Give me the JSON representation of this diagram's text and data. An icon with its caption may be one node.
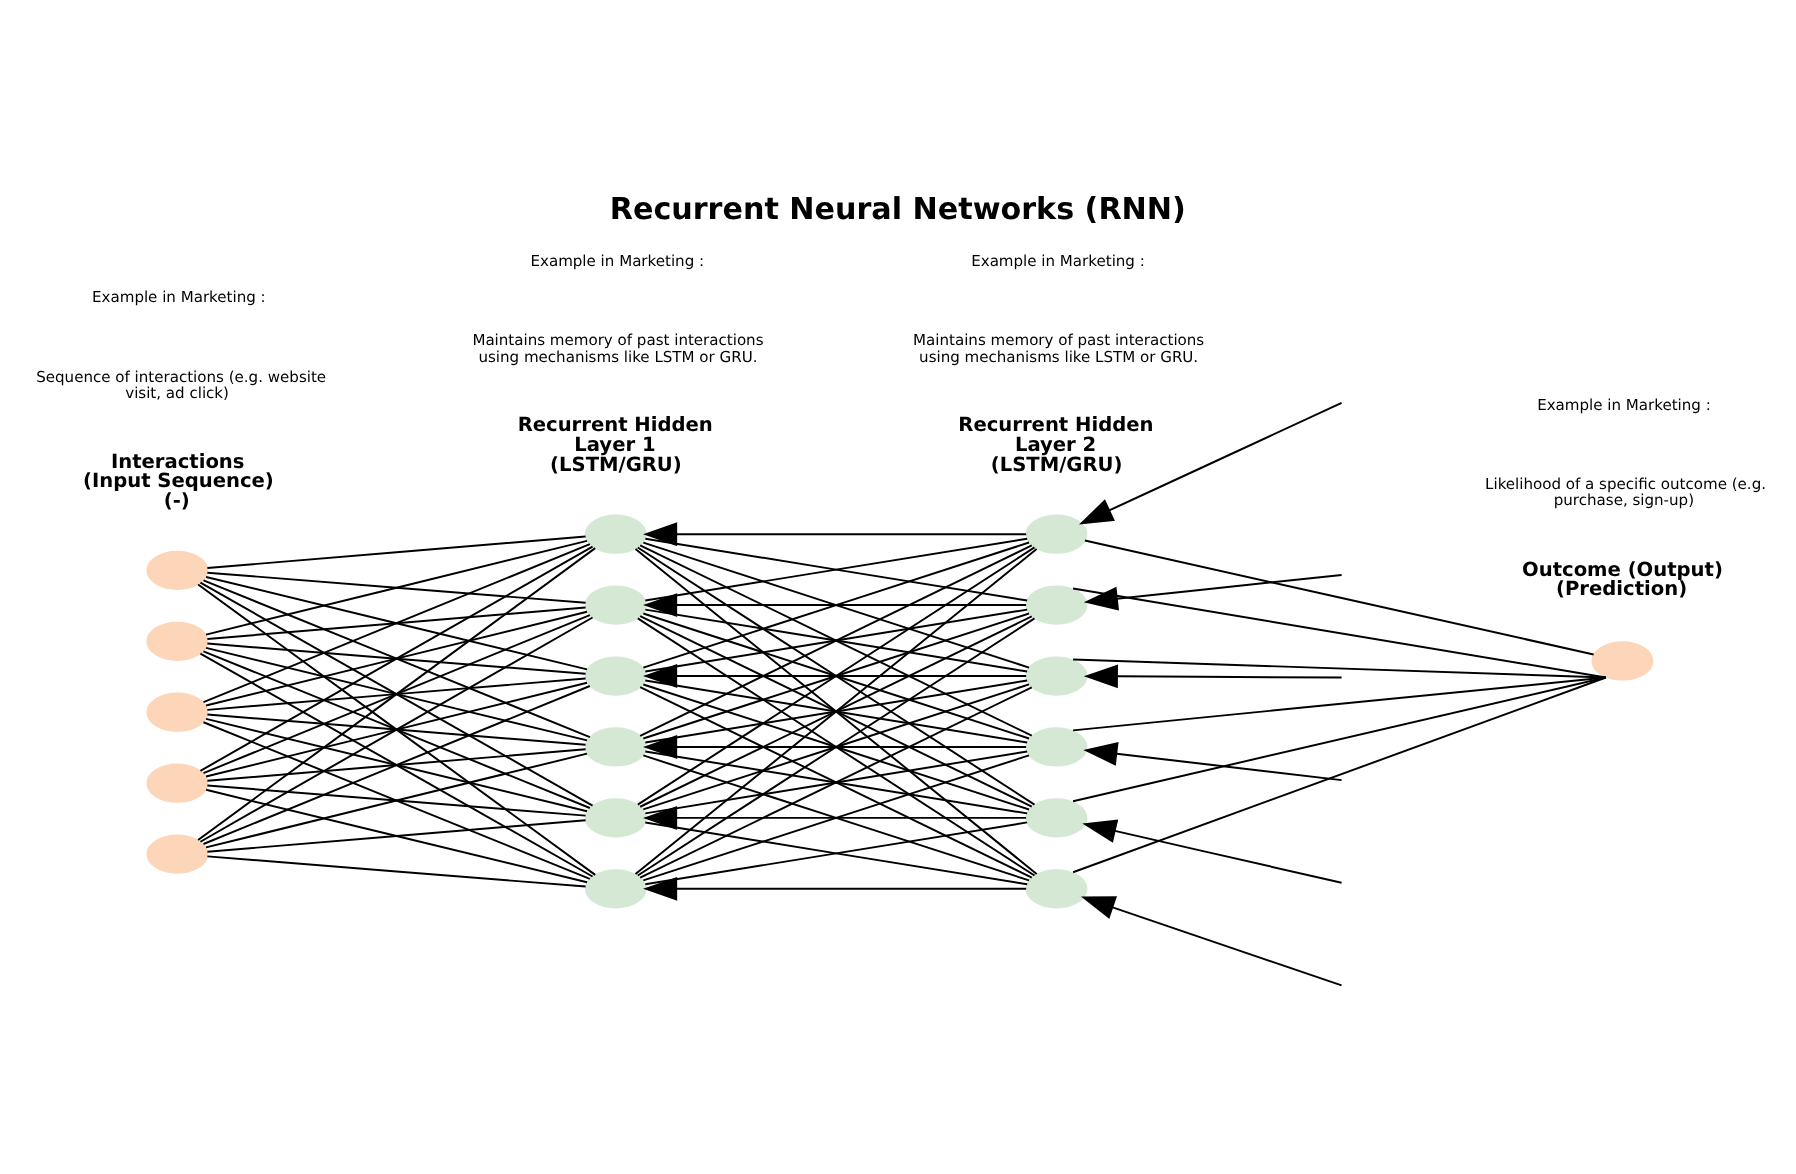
{
  "diagram": {
    "title": "Recurrent Neural Networks (RNN)",
    "nodes": [
      {
        "text": [],
        "shape": "circle"
      },
      {
        "text": [],
        "shape": "circle"
      },
      {
        "text": [],
        "shape": "circle"
      },
      {
        "text": [],
        "shape": "circle"
      },
      {
        "text": [],
        "shape": "circle"
      },
      {
        "text": [],
        "shape": "circle"
      },
      {
        "text": [],
        "shape": "circle"
      },
      {
        "text": [],
        "shape": "circle"
      },
      {
        "text": [],
        "shape": "circle"
      },
      {
        "text": [],
        "shape": "circle"
      },
      {
        "text": [],
        "shape": "circle"
      },
      {
        "text": [],
        "shape": "circle"
      },
      {
        "text": [],
        "shape": "circle"
      },
      {
        "text": [],
        "shape": "circle"
      },
      {
        "text": [],
        "shape": "circle"
      },
      {
        "text": [],
        "shape": "circle"
      },
      {
        "text": [],
        "shape": "circle"
      },
      {
        "text": [],
        "shape": "circle"
      }
    ],
    "edges": [
      {
        "from": 0,
        "to": 5,
        "arrow": "none"
      },
      {
        "from": 0,
        "to": 6,
        "arrow": "none"
      },
      {
        "from": 0,
        "to": 7,
        "arrow": "none"
      },
      {
        "from": 0,
        "to": 8,
        "arrow": "none"
      },
      {
        "from": 0,
        "to": 9,
        "arrow": "none"
      },
      {
        "from": 0,
        "to": 10,
        "arrow": "none"
      },
      {
        "from": 1,
        "to": 5,
        "arrow": "none"
      },
      {
        "from": 1,
        "to": 6,
        "arrow": "none"
      },
      {
        "from": 1,
        "to": 7,
        "arrow": "none"
      },
      {
        "from": 1,
        "to": 8,
        "arrow": "none"
      },
      {
        "from": 1,
        "to": 9,
        "arrow": "none"
      },
      {
        "from": 1,
        "to": 10,
        "arrow": "none"
      },
      {
        "from": 2,
        "to": 5,
        "arrow": "none"
      },
      {
        "from": 2,
        "to": 6,
        "arrow": "none"
      },
      {
        "from": 2,
        "to": 7,
        "arrow": "none"
      },
      {
        "from": 2,
        "to": 8,
        "arrow": "none"
      },
      {
        "from": 2,
        "to": 9,
        "arrow": "none"
      },
      {
        "from": 2,
        "to": 10,
        "arrow": "none"
      },
      {
        "from": 3,
        "to": 5,
        "arrow": "none"
      },
      {
        "from": 3,
        "to": 6,
        "arrow": "none"
      },
      {
        "from": 3,
        "to": 7,
        "arrow": "none"
      },
      {
        "from": 3,
        "to": 8,
        "arrow": "none"
      },
      {
        "from": 3,
        "to": 9,
        "arrow": "none"
      },
      {
        "from": 3,
        "to": 10,
        "arrow": "none"
      },
      {
        "from": 4,
        "to": 5,
        "arrow": "none"
      },
      {
        "from": 4,
        "to": 6,
        "arrow": "none"
      },
      {
        "from": 4,
        "to": 7,
        "arrow": "none"
      },
      {
        "from": 4,
        "to": 8,
        "arrow": "none"
      },
      {
        "from": 4,
        "to": 9,
        "arrow": "none"
      },
      {
        "from": 4,
        "to": 10,
        "arrow": "none"
      },
      {
        "from": 11,
        "to": 5,
        "arrow": "to"
      },
      {
        "from": 5,
        "to": 12,
        "arrow": "none"
      },
      {
        "from": 5,
        "to": 13,
        "arrow": "none"
      },
      {
        "from": 5,
        "to": 14,
        "arrow": "none"
      },
      {
        "from": 5,
        "to": 15,
        "arrow": "none"
      },
      {
        "from": 5,
        "to": 16,
        "arrow": "none"
      },
      {
        "from": 6,
        "to": 11,
        "arrow": "none"
      },
      {
        "from": 12,
        "to": 6,
        "arrow": "to"
      },
      {
        "from": 6,
        "to": 13,
        "arrow": "none"
      },
      {
        "from": 6,
        "to": 14,
        "arrow": "none"
      },
      {
        "from": 6,
        "to": 15,
        "arrow": "none"
      },
      {
        "from": 6,
        "to": 16,
        "arrow": "none"
      },
      {
        "from": 7,
        "to": 11,
        "arrow": "none"
      },
      {
        "from": 7,
        "to": 12,
        "arrow": "none"
      },
      {
        "from": 13,
        "to": 7,
        "arrow": "to"
      },
      {
        "from": 7,
        "to": 14,
        "arrow": "none"
      },
      {
        "from": 7,
        "to": 15,
        "arrow": "none"
      },
      {
        "from": 7,
        "to": 16,
        "arrow": "none"
      },
      {
        "from": 8,
        "to": 11,
        "arrow": "none"
      },
      {
        "from": 8,
        "to": 12,
        "arrow": "none"
      },
      {
        "from": 8,
        "to": 13,
        "arrow": "none"
      },
      {
        "from": 14,
        "to": 8,
        "arrow": "to"
      },
      {
        "from": 8,
        "to": 15,
        "arrow": "none"
      },
      {
        "from": 8,
        "to": 16,
        "arrow": "none"
      },
      {
        "from": 9,
        "to": 11,
        "arrow": "none"
      },
      {
        "from": 9,
        "to": 12,
        "arrow": "none"
      },
      {
        "from": 9,
        "to": 13,
        "arrow": "none"
      },
      {
        "from": 9,
        "to": 14,
        "arrow": "none"
      },
      {
        "from": 15,
        "to": 9,
        "arrow": "to"
      },
      {
        "from": 9,
        "to": 16,
        "arrow": "none"
      },
      {
        "from": 10,
        "to": 11,
        "arrow": "none"
      },
      {
        "from": 10,
        "to": 12,
        "arrow": "none"
      },
      {
        "from": 10,
        "to": 13,
        "arrow": "none"
      },
      {
        "from": 10,
        "to": 14,
        "arrow": "none"
      },
      {
        "from": 10,
        "to": 15,
        "arrow": "none"
      },
      {
        "from": 16,
        "to": 10,
        "arrow": "to"
      },
      {
        "from": 11,
        "to": 17,
        "arrow": "none"
      },
      {
        "from": 12,
        "to": 17,
        "arrow": "none"
      },
      {
        "from": 13,
        "to": 17,
        "arrow": "none"
      },
      {
        "from": 14,
        "to": 17,
        "arrow": "none"
      },
      {
        "from": 15,
        "to": 17,
        "arrow": "none"
      },
      {
        "from": 16,
        "to": 17,
        "arrow": "none"
      },
      {
        "from": null,
        "to": 11,
        "arrow": "to"
      },
      {
        "from": null,
        "to": 12,
        "arrow": "to"
      },
      {
        "from": null,
        "to": 13,
        "arrow": "to"
      },
      {
        "from": null,
        "to": 14,
        "arrow": "to"
      },
      {
        "from": null,
        "to": 15,
        "arrow": "to"
      },
      {
        "from": null,
        "to": 16,
        "arrow": "to"
      }
    ],
    "labels": [
      "Example in Marketing :",
      "Example in Marketing :",
      "Example in Marketing :",
      "Example in Marketing :",
      "Sequence of interactions (e.g. website visit, ad click)",
      "Maintains memory of past interactions using mechanisms like LSTM or GRU.",
      "Maintains memory of past interactions using mechanisms like LSTM or GRU.",
      "Likelihood of a specific outcome (e.g. purchase, sign-up)",
      "Interactions (Input Sequence) (-)",
      "Recurrent Hidden Layer 1 (LSTM/GRU)",
      "Recurrent Hidden Layer 2 (LSTM/GRU)",
      "Outcome (Output) (Prediction)"
    ]
  }
}
